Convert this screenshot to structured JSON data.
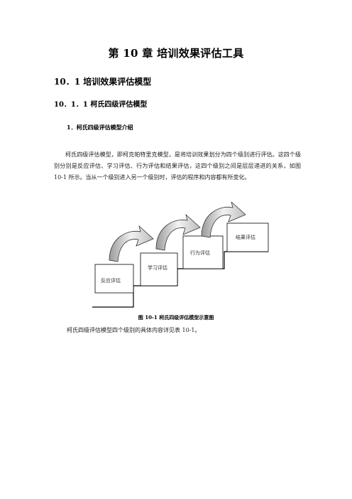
{
  "chapter": {
    "title": "第 10 章    培训效果评估工具"
  },
  "section": {
    "title": "10．1    培训效果评估模型"
  },
  "subsection": {
    "title": "10．1．1    柯氏四级评估模型"
  },
  "subsubsection": {
    "title": "1．柯氏四级评估模型介绍"
  },
  "paragraph1": "柯氏四级评估模型，即柯克帕特里克模型，是将培训效果划分为四个级别进行评估。这四个级别分别是反应评估、学习评估、行为评估和结果评估，这四个级别之间是层层递进的关系，如图 10-1 所示。当从一个级别进入另一个级别时，评估的程序和内容都有所变化。",
  "figure": {
    "levels": [
      {
        "label": "反应评估"
      },
      {
        "label": "学习评估"
      },
      {
        "label": "行为评估"
      },
      {
        "label": "结果评估"
      }
    ],
    "caption": "图 10-1    柯氏四级评估模型示意图"
  },
  "paragraph2": "柯氏四级评估模型四个级别的具体内容详见表 10-1。"
}
